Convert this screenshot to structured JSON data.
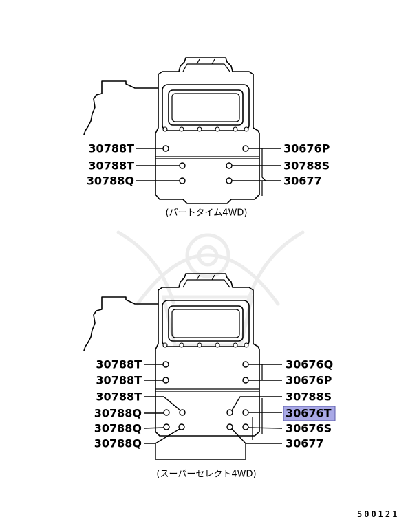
{
  "diagrams": [
    {
      "caption": "(パートタイム4WD)",
      "left_labels": [
        "30788T",
        "30788T",
        "30788Q"
      ],
      "right_labels": [
        "30676P",
        "30788S",
        "30677"
      ]
    },
    {
      "caption": "(スーパーセレクト4WD)",
      "left_labels": [
        "30788T",
        "30788T",
        "30788T",
        "30788Q",
        "30788Q",
        "30788Q"
      ],
      "right_labels": [
        "30676Q",
        "30676P",
        "30788S",
        "30676T",
        "30676S",
        "30677"
      ],
      "highlighted_index": 3
    }
  ],
  "footer": {
    "diagram_number": "500121"
  },
  "colors": {
    "line": "#000000",
    "highlight_fill": "#a9a9e6",
    "highlight_border": "#5c5cab",
    "watermark": "#ececec"
  }
}
